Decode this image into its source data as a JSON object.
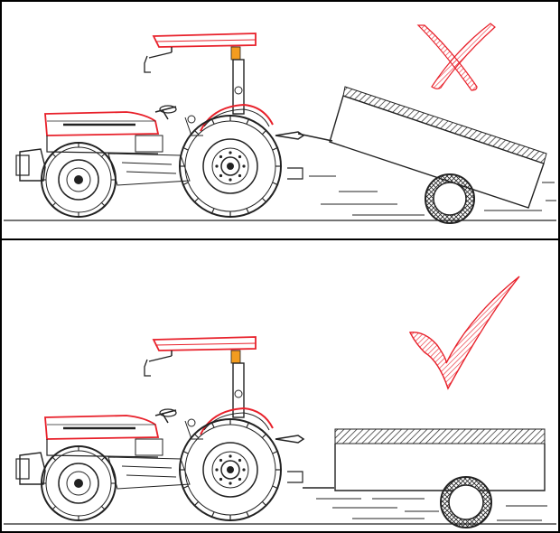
{
  "figure": {
    "panels": [
      {
        "id": "incorrect",
        "mark": "cross-mark",
        "mark_color": "#e8202a",
        "trailer_state": "tilted"
      },
      {
        "id": "correct",
        "mark": "check-mark",
        "mark_color": "#e8202a",
        "trailer_state": "level"
      }
    ],
    "colors": {
      "frame": "#000000",
      "tractor_accent": "#e8202a",
      "beacon": "#f39c1f",
      "line": "#222222",
      "background": "#ffffff"
    },
    "icons": {
      "tractor": "tractor-icon",
      "trailer": "trailer-icon",
      "cross": "cross-mark-icon",
      "check": "check-mark-icon"
    }
  }
}
